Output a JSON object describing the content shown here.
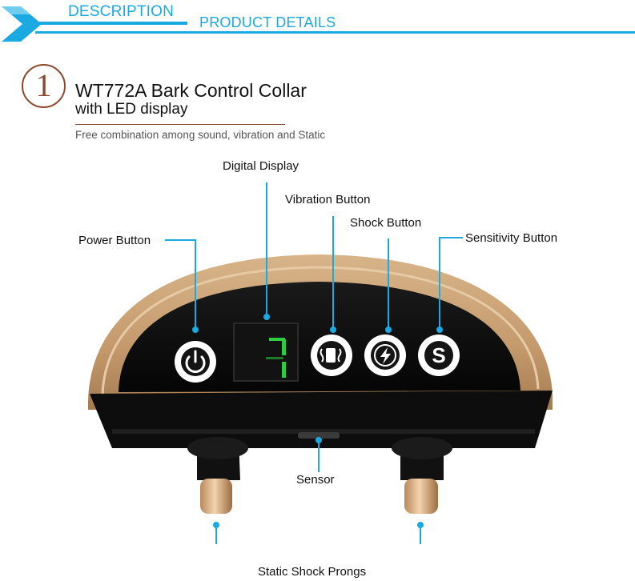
{
  "header": {
    "tab_description": "DESCRIPTION",
    "tab_product_details": "PRODUCT DETAILS",
    "accent_color": "#1aa9e0"
  },
  "section": {
    "number": "1",
    "title": "WT772A Bark Control Collar",
    "subtitle": "with LED display",
    "caption": "Free combination among sound, vibration and Static",
    "accent_color": "#8b4a2f"
  },
  "callouts": {
    "digital_display": "Digital Display",
    "vibration_button": "Vibration Button",
    "shock_button": "Shock Button",
    "power_button": "Power Button",
    "sensitivity_button": "Sensitivity Button",
    "sensor": "Sensor",
    "static_shock_prongs": "Static Shock Prongs"
  },
  "device": {
    "body_color": "#c9a57d",
    "face_color": "#0c0c0c",
    "display_color": "#2ecc40",
    "icons": [
      "power-icon",
      "vibration-icon",
      "shock-icon",
      "sensitivity-icon"
    ]
  }
}
